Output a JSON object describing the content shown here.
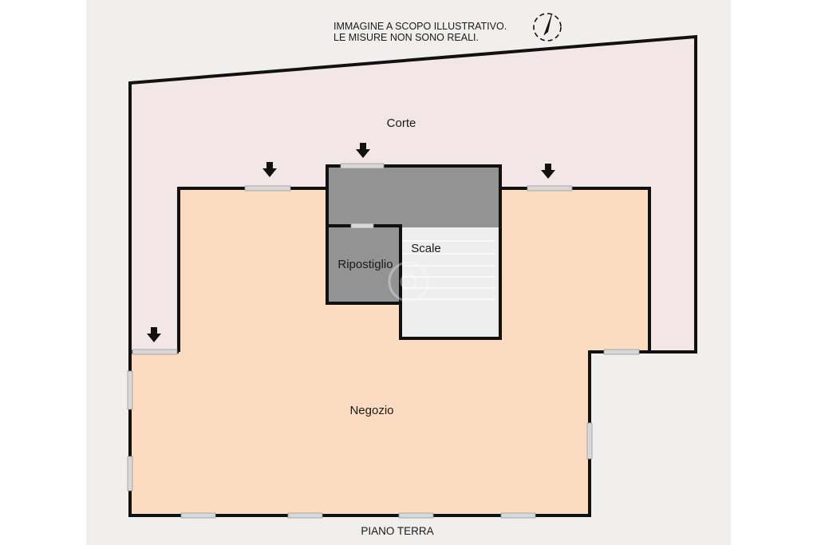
{
  "notice": {
    "line1": "IMMAGINE A SCOPO ILLUSTRATIVO.",
    "line2": "LE MISURE NON SONO REALI."
  },
  "rooms": {
    "corte": "Corte",
    "scale": "Scale",
    "ripostiglio": "Ripostiglio",
    "negozio": "Negozio"
  },
  "floor_label": "PIANO TERRA",
  "colors": {
    "canvas": "#f0efed",
    "courtyard": "#f3e6e6",
    "shop": "#fbdcc0",
    "utility": "#939393",
    "stairs": "#eeeeee",
    "walls": "#111111"
  },
  "icons": {
    "compass": "compass-icon",
    "entrance": "entrance-arrow-icon"
  }
}
